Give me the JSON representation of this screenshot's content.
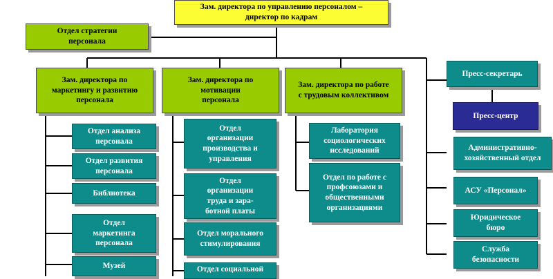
{
  "colors": {
    "top": "#fdfd33",
    "deputy": "#99cc00",
    "unit": "#0e8b8b",
    "press_center": "#2b2b96",
    "line": "#000000"
  },
  "head": "Зам. директора по управлению персоналом –\nдиректор по кадрам",
  "strategy_dept": "Отдел стратегии\nперсонала",
  "deputies": {
    "marketing": {
      "title": "Зам. директора по\nмаркетингу и развитию\nперсонала",
      "units": [
        "Отдел анализа\nперсонала",
        "Отдел развития\nперсонала",
        "Библиотека",
        "Отдел\nмаркетинга\nперсонала",
        "Музей"
      ]
    },
    "motivation": {
      "title": "Зам. директора по\nмотивации\nперсонала",
      "units": [
        "Отдел\nорганизации\nпроизводства и\nуправления",
        "Отдел\nорганизации\nтруда и зара-\nботной платы",
        "Отдел морального\nстимулирования",
        "Отдел социальной"
      ]
    },
    "labor": {
      "title": "Зам. директора по работе\nс трудовым коллективом",
      "units": [
        "Лаборатория\nсоциологических\nисследований",
        "Отдел по работе с\nпрофсоюзами и\nобщественными\nорганизациями"
      ]
    }
  },
  "press_secretary": "Пресс-секретарь",
  "press_center": "Пресс-центр",
  "right_units": [
    "Административно-\nхозяйственный отдел",
    "АСУ «Персонал»",
    "Юридическое\nбюро",
    "Служба\nбезопасности"
  ]
}
